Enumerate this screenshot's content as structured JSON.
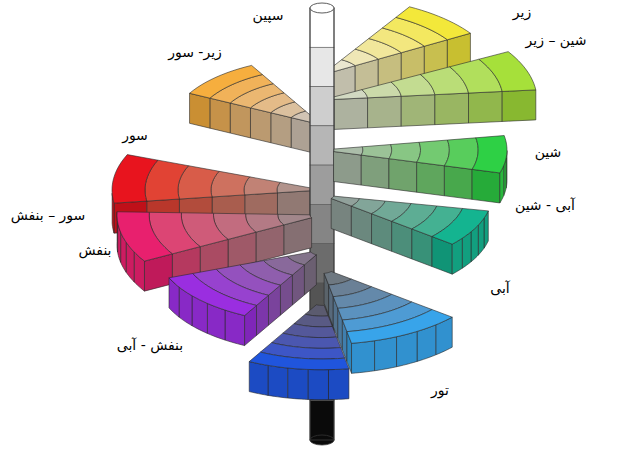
{
  "diagram": {
    "labels": [
      "سپین",
      "زیر",
      "شین – زیر",
      "زیر- سور",
      "سور",
      "شین",
      "سور – بنفش",
      "آبی - شین",
      "بنفش",
      "آبی",
      "بنفش - آبی",
      "تور"
    ]
  }
}
